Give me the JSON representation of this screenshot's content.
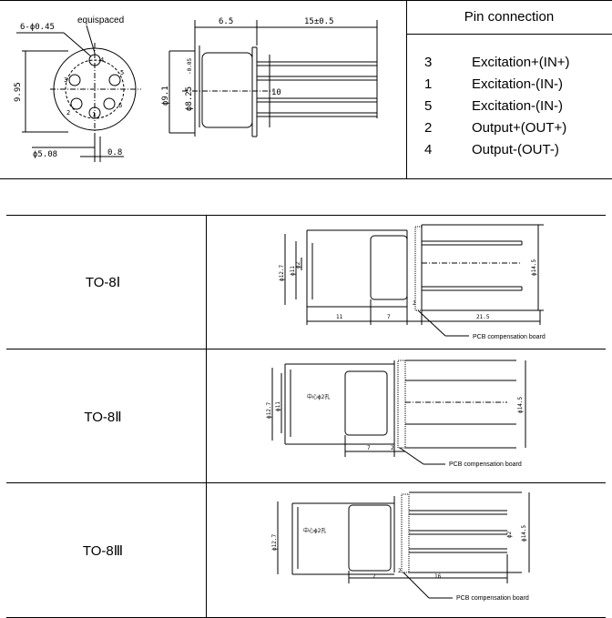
{
  "top_drawing": {
    "front_view": {
      "hole_spec": "6-ϕ0.45",
      "equispaced_label": "equispaced",
      "height_dim": "9.95",
      "base_dim": "ϕ5.08",
      "pitch_dim": "0.8",
      "pin_numbers": [
        "1",
        "2",
        "3",
        "4",
        "5",
        "6"
      ]
    },
    "side_view": {
      "dim_body": "6.5",
      "dim_pins": "15±0.5",
      "dim_diam": "ϕ9.1",
      "dim_diam_inner": "ϕ8.25",
      "tolerance": "-0.05",
      "dim_pin_side": "10"
    }
  },
  "pin_connection": {
    "title": "Pin connection",
    "rows": [
      {
        "pin": "3",
        "function": "Excitation+(IN+)"
      },
      {
        "pin": "1",
        "function": "Excitation-(IN-)"
      },
      {
        "pin": "5",
        "function": "Excitation-(IN-)"
      },
      {
        "pin": "2",
        "function": "Output+(OUT+)"
      },
      {
        "pin": "4",
        "function": "Output-(OUT-)"
      }
    ]
  },
  "packages": [
    {
      "name": "TO-8Ⅰ",
      "pcb_label": "PCB compensation board",
      "dims": {
        "d1": "ϕ12.7",
        "d2": "ϕ11",
        "d3": "ϕ2",
        "d4": "ϕ14.5",
        "l1": "11",
        "l2": "7",
        "l3": "2",
        "l4": "21.5"
      }
    },
    {
      "name": "TO-8Ⅱ",
      "pcb_label": "PCB compensation board",
      "dims": {
        "d1": "ϕ12.7",
        "d2": "ϕ11",
        "center_hole": "中心ϕ2孔",
        "d4": "ϕ14.5",
        "l2": "7",
        "l3": "2"
      }
    },
    {
      "name": "TO-8Ⅲ",
      "pcb_label": "PCB compensation board",
      "dims": {
        "d1": "ϕ12.7",
        "center_hole": "中心ϕ2孔",
        "d3": "ϕ2",
        "d4": "ϕ14.5",
        "l2": "7",
        "l3": "2",
        "l4": "16"
      }
    }
  ]
}
